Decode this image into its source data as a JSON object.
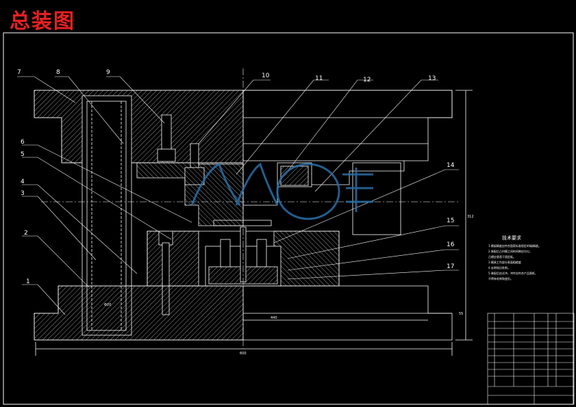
{
  "title": "总装图",
  "part_labels": [
    "1",
    "2",
    "3",
    "4",
    "5",
    "6",
    "7",
    "8",
    "9",
    "10",
    "11",
    "12",
    "13",
    "14",
    "15",
    "16",
    "17"
  ],
  "dims": {
    "left_phi": "Φ20",
    "bottom_len": "440",
    "overall_len": "600",
    "right_height": "312",
    "right_small": "55"
  },
  "tech_req": {
    "heading": "技术要求",
    "items": [
      "1.模架精度应符合国家标准规定的Ⅰ级精度。",
      "2.装配后凸凹模之间的间隙应均匀，",
      "  凸模应垂直于固定板。",
      "3.模具工作部分表面粗糙度",
      "4.去除锐边毛刺。",
      "5.装配后应试冲，冲件应符合产品图纸，",
      "  不得有毛刺和变形。"
    ]
  },
  "watermark": "人人文库",
  "colors": {
    "background": "#000000",
    "line": "#ffffff",
    "title": "#e82020",
    "watermark": "#2a6fa8"
  }
}
